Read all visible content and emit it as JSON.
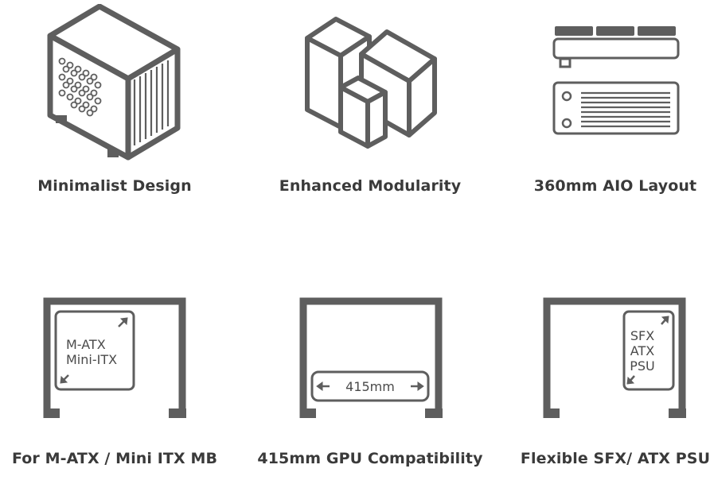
{
  "colors": {
    "stroke": "#5e5e5e",
    "text": "#3a3a3a",
    "background": "#ffffff",
    "fill": "#ffffff"
  },
  "features": [
    {
      "icon": "case-cube-icon",
      "caption": "Minimalist Design"
    },
    {
      "icon": "modular-blocks-icon",
      "caption": "Enhanced Modularity"
    },
    {
      "icon": "radiator-layout-icon",
      "caption": "360mm AIO Layout"
    },
    {
      "icon": "motherboard-frame-icon",
      "caption": "For M-ATX / Mini ITX MB",
      "inner_lines": [
        "M-ATX",
        "Mini-ITX"
      ]
    },
    {
      "icon": "gpu-frame-icon",
      "caption": "415mm GPU Compatibility",
      "inner_lines": [
        "415mm"
      ]
    },
    {
      "icon": "psu-frame-icon",
      "caption": "Flexible SFX/ ATX PSU",
      "inner_lines": [
        "SFX",
        "ATX",
        "PSU"
      ]
    }
  ]
}
